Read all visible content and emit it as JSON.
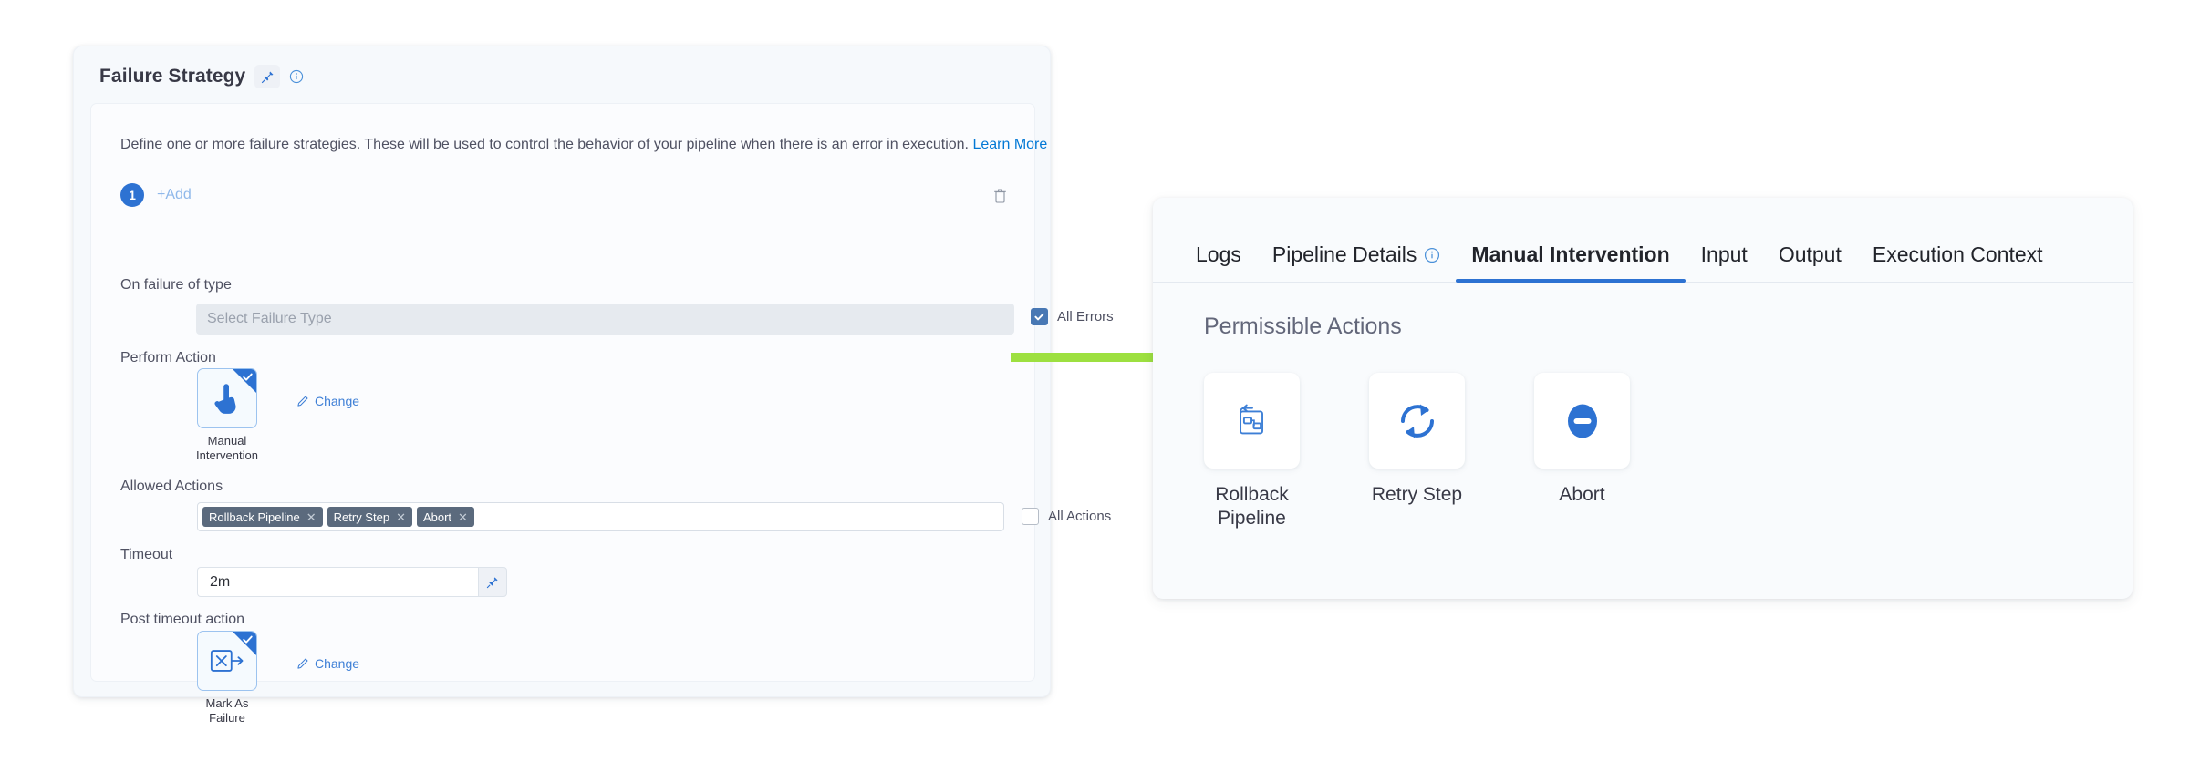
{
  "left_panel": {
    "title": "Failure Strategy",
    "pin_icon": "pin-icon",
    "info_icon": "info-circle-icon",
    "description": "Define one or more failure strategies. These will be used to control the behavior of your pipeline when there is an error in execution.",
    "learn_more": "Learn More",
    "strategy_index": "1",
    "add_label": "+Add",
    "delete_icon": "trash-icon",
    "on_failure_of_type": {
      "label": "On failure of type",
      "placeholder": "Select Failure Type",
      "value": "",
      "checkbox_label": "All Errors",
      "checkbox_checked": true
    },
    "perform_action": {
      "label": "Perform Action",
      "tile_caption": "Manual Intervention",
      "tile_icon": "hand-pointer-icon",
      "selected": true,
      "change_label": "Change",
      "change_icon": "pencil-icon"
    },
    "allowed_actions": {
      "label": "Allowed Actions",
      "chips": [
        "Rollback Pipeline",
        "Retry Step",
        "Abort"
      ],
      "chip_remove_icon": "close-x-icon",
      "checkbox_label": "All Actions",
      "checkbox_checked": false
    },
    "timeout": {
      "label": "Timeout",
      "value": "2m",
      "pin_icon": "pin-icon"
    },
    "post_timeout_action": {
      "label": "Post timeout action",
      "tile_caption": "Mark As Failure",
      "tile_icon": "mark-as-failure-icon",
      "selected": true,
      "change_label": "Change",
      "change_icon": "pencil-icon"
    }
  },
  "annotation": {
    "arrow_icon": "green-right-arrow",
    "arrow_color": "#9de040"
  },
  "right_panel": {
    "tabs": [
      {
        "label": "Logs",
        "active": false,
        "has_info_icon": false
      },
      {
        "label": "Pipeline Details",
        "active": false,
        "has_info_icon": true
      },
      {
        "label": "Manual Intervention",
        "active": true,
        "has_info_icon": false
      },
      {
        "label": "Input",
        "active": false,
        "has_info_icon": false
      },
      {
        "label": "Output",
        "active": false,
        "has_info_icon": false
      },
      {
        "label": "Execution Context",
        "active": false,
        "has_info_icon": false
      }
    ],
    "section_title": "Permissible Actions",
    "actions": [
      {
        "label": "Rollback Pipeline",
        "icon": "rollback-pipeline-icon"
      },
      {
        "label": "Retry Step",
        "icon": "retry-refresh-icon"
      },
      {
        "label": "Abort",
        "icon": "abort-minus-circle-icon"
      }
    ]
  },
  "colors": {
    "accent_blue": "#2d72d2",
    "link_blue": "#0278d5",
    "chip_bg": "#5b6a7d",
    "arrow_green": "#9de040"
  }
}
